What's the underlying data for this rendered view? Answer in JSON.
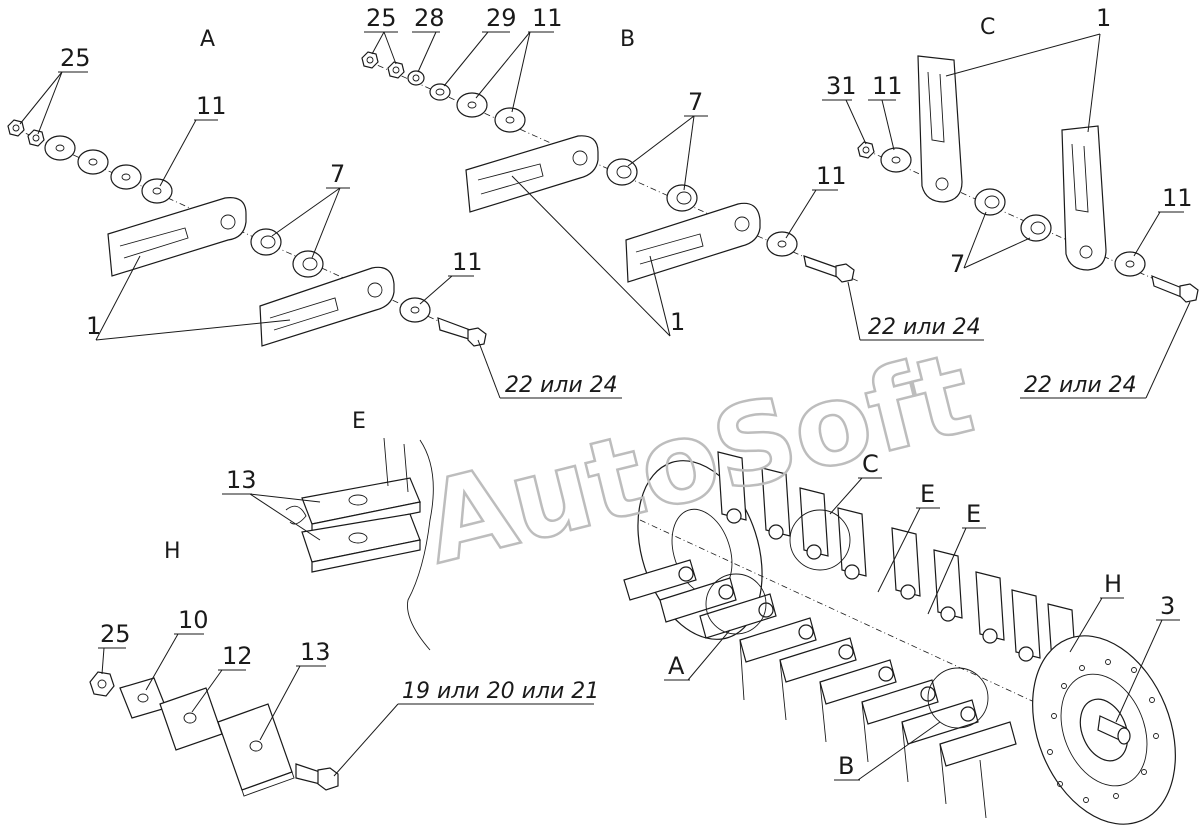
{
  "views": {
    "a": "A",
    "b": "B",
    "c": "C",
    "e": "E",
    "h": "H"
  },
  "callouts": {
    "a_25": "25",
    "a_11_top": "11",
    "a_7": "7",
    "a_11_bottom": "11",
    "a_1": "1",
    "a_bolt": "22 или 24",
    "b_25": "25",
    "b_28": "28",
    "b_29": "29",
    "b_11": "11",
    "b_7": "7",
    "b_11_bottom": "11",
    "b_1": "1",
    "b_bolt": "22 или 24",
    "c_31": "31",
    "c_11_top": "11",
    "c_1": "1",
    "c_7": "7",
    "c_11_bottom": "11",
    "c_bolt": "22 или 24",
    "e_13": "13",
    "h_25": "25",
    "h_10": "10",
    "h_12": "12",
    "h_13": "13",
    "h_bolt": "19 или 20 или 21",
    "rotor_c": "C",
    "rotor_e1": "E",
    "rotor_e2": "E",
    "rotor_h": "H",
    "rotor_3": "3",
    "rotor_a": "A",
    "rotor_b": "B"
  },
  "watermark": "AutoSoft"
}
